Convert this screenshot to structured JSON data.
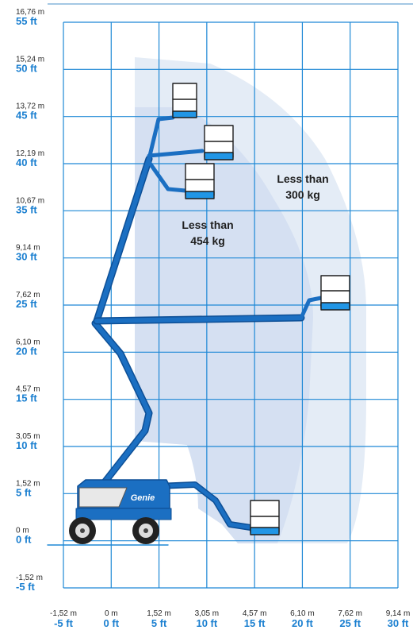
{
  "diagram": {
    "y_axis_labels": [
      {
        "m": "16,76 m",
        "ft": "55 ft"
      },
      {
        "m": "15,24 m",
        "ft": "50 ft"
      },
      {
        "m": "13,72 m",
        "ft": "45 ft"
      },
      {
        "m": "12,19 m",
        "ft": "40 ft"
      },
      {
        "m": "10,67 m",
        "ft": "35 ft"
      },
      {
        "m": "9,14 m",
        "ft": "30 ft"
      },
      {
        "m": "7,62 m",
        "ft": "25 ft"
      },
      {
        "m": "6,10 m",
        "ft": "20 ft"
      },
      {
        "m": "4,57 m",
        "ft": "15 ft"
      },
      {
        "m": "3,05 m",
        "ft": "10 ft"
      },
      {
        "m": "1,52 m",
        "ft": "5 ft"
      },
      {
        "m": "0 m",
        "ft": "0 ft"
      },
      {
        "m": "-1,52 m",
        "ft": "-5 ft"
      }
    ],
    "x_axis_labels": [
      {
        "m": "-1,52 m",
        "ft": "-5 ft"
      },
      {
        "m": "0 m",
        "ft": "0 ft"
      },
      {
        "m": "1,52 m",
        "ft": "5 ft"
      },
      {
        "m": "3,05 m",
        "ft": "10 ft"
      },
      {
        "m": "4,57 m",
        "ft": "15 ft"
      },
      {
        "m": "6,10 m",
        "ft": "20 ft"
      },
      {
        "m": "7,62 m",
        "ft": "25 ft"
      },
      {
        "m": "9,14 m",
        "ft": "30 ft"
      }
    ],
    "zone_inner": {
      "line1": "Less than",
      "line2": "454 kg"
    },
    "zone_outer": {
      "line1": "Less than",
      "line2": "300 kg"
    },
    "brand": "Genie",
    "colors": {
      "grid": "#1e88d6",
      "envelope": "#dbe5f3",
      "boom": "#1b6fc2",
      "boom_dark": "#0d4f96",
      "platform": "#2196e6",
      "label_ft": "#1a7fd0"
    }
  }
}
